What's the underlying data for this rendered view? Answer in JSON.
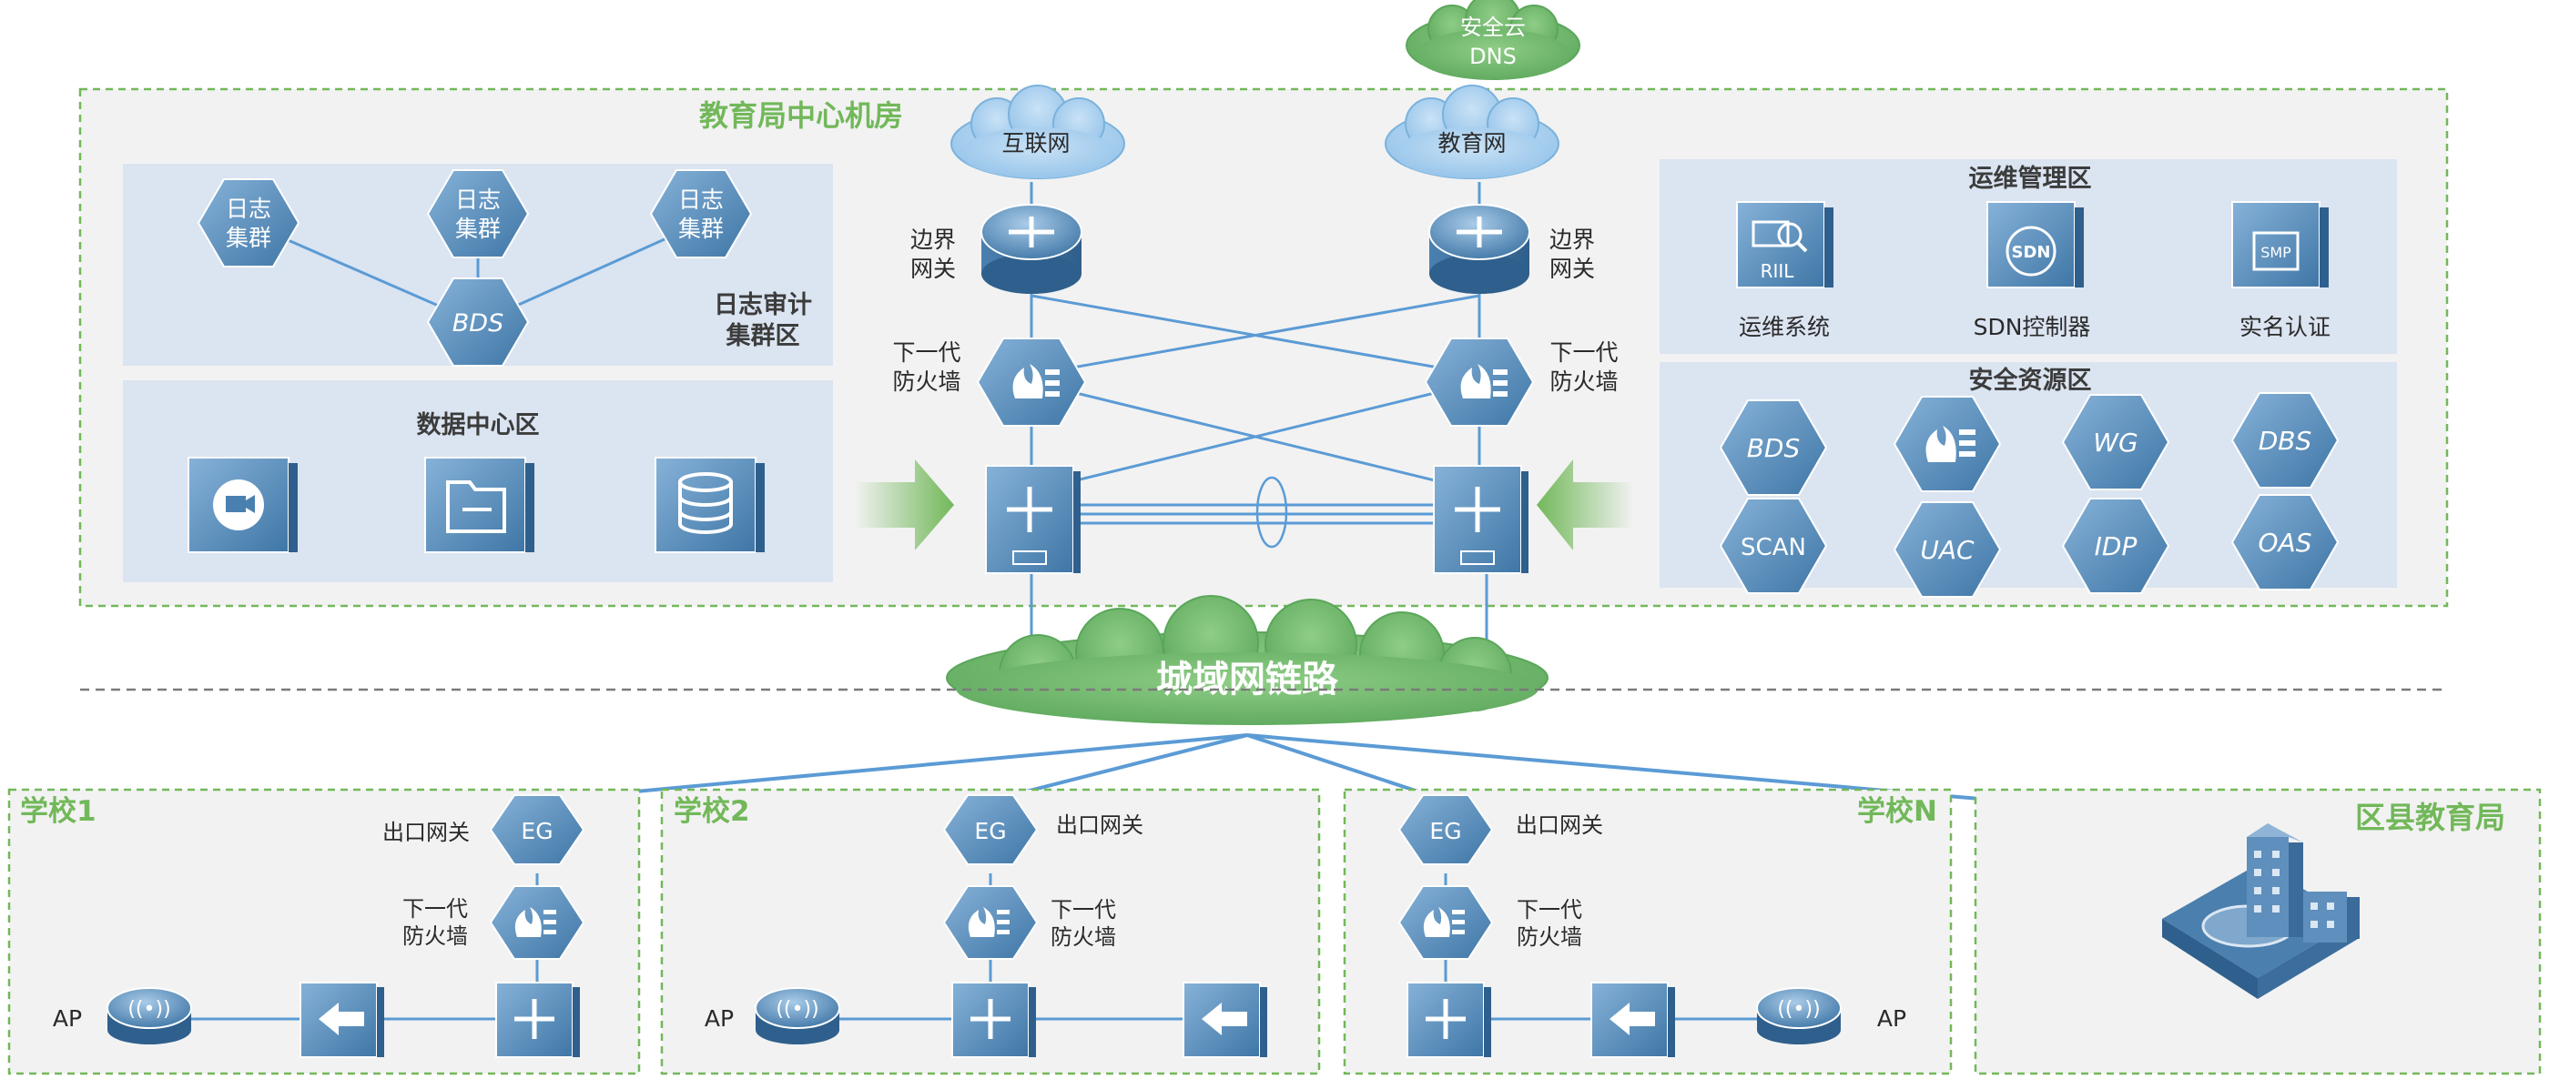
{
  "colors": {
    "green": "#72b85a",
    "cloud_green": "#6cb46a",
    "cloud_blue": "#9fcaec",
    "device_blue": "#5a8cb8",
    "zone_fill": "#dbe4f1",
    "link_blue": "#5b9bd5"
  },
  "center": {
    "title": "教育局中心机房",
    "cloud_internet": "互联网",
    "cloud_edu": "教育网",
    "cloud_dns": [
      "安全云",
      "DNS"
    ],
    "gateway_left": [
      "边界",
      "网关"
    ],
    "gateway_right": [
      "边界",
      "网关"
    ],
    "firewall_left": [
      "下一代",
      "防火墙"
    ],
    "firewall_right": [
      "下一代",
      "防火墙"
    ]
  },
  "log_zone": {
    "title": [
      "日志审计",
      "集群区"
    ],
    "nodes": [
      {
        "label": [
          "日志",
          "集群"
        ]
      },
      {
        "label": [
          "日志",
          "集群"
        ]
      },
      {
        "label": [
          "日志",
          "集群"
        ]
      },
      {
        "label": [
          "BDS"
        ]
      }
    ]
  },
  "data_zone": {
    "title": "数据中心区",
    "icons": [
      "video-server-icon",
      "file-server-icon",
      "database-server-icon"
    ]
  },
  "ops_zone": {
    "title": "运维管理区",
    "items": [
      {
        "label": "运维系统",
        "icon_text": "RIIL",
        "icon": "monitor-icon"
      },
      {
        "label": "SDN控制器",
        "icon_text": "SDN",
        "icon": "sdn-icon"
      },
      {
        "label": "实名认证",
        "icon_text": "SMP",
        "icon": "smp-icon"
      }
    ]
  },
  "security_zone": {
    "title": "安全资源区",
    "items": [
      "BDS",
      "",
      "WG",
      "DBS",
      "SCAN",
      "UAC",
      "IDP",
      "OAS"
    ]
  },
  "man": {
    "label": "城域网链路"
  },
  "schools": [
    {
      "title": "学校1",
      "gateway": "EG",
      "gateway_label": "出口网关",
      "firewall_label": [
        "下一代",
        "防火墙"
      ],
      "ap_label": "AP"
    },
    {
      "title": "学校2",
      "gateway": "EG",
      "gateway_label": "出口网关",
      "firewall_label": [
        "下一代",
        "防火墙"
      ],
      "ap_label": "AP"
    },
    {
      "title": "学校N",
      "gateway": "EG",
      "gateway_label": "出口网关",
      "firewall_label": [
        "下一代",
        "防火墙"
      ],
      "ap_label": "AP"
    }
  ],
  "district": {
    "title": "区县教育局"
  }
}
